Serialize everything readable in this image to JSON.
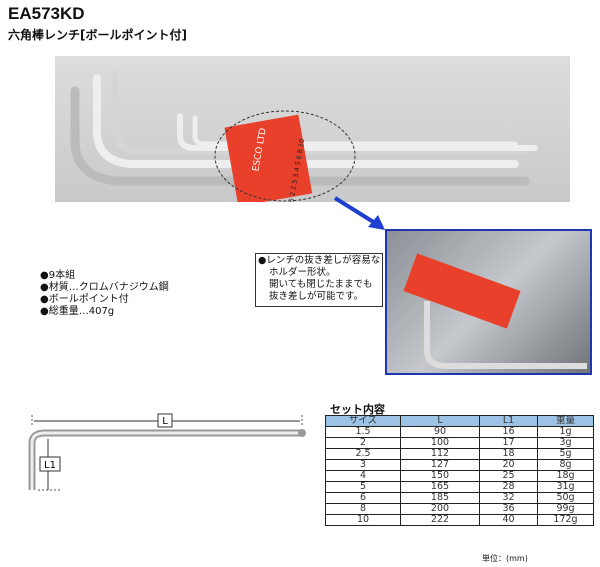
{
  "header": {
    "code": "EA573KD",
    "name": "六角棒レンチ[ボールポイント付]"
  },
  "photo": {
    "holder_label": "ESCO LTD",
    "holder_sizes": "1.5 2 2.5 3 4 5 6 8 10"
  },
  "callout": {
    "lines": [
      "●レンチの抜き差しが容易な",
      "ホルダー形状。",
      "開いても閉じたままでも",
      "抜き差しが可能です。"
    ]
  },
  "specs": [
    "●9本組",
    "●材質…クロムバナジウム鋼",
    "●ボールポイント付",
    "●総重量…407g"
  ],
  "diagram": {
    "label_L": "L",
    "label_L1": "L1"
  },
  "table": {
    "title": "セット内容",
    "headers": [
      "サイズ",
      "L",
      "L1",
      "重量"
    ],
    "rows": [
      [
        "1.5",
        "90",
        "16",
        "1g"
      ],
      [
        "2",
        "100",
        "17",
        "3g"
      ],
      [
        "2.5",
        "112",
        "18",
        "5g"
      ],
      [
        "3",
        "127",
        "20",
        "8g"
      ],
      [
        "4",
        "150",
        "25",
        "18g"
      ],
      [
        "5",
        "165",
        "28",
        "31g"
      ],
      [
        "6",
        "185",
        "32",
        "50g"
      ],
      [
        "8",
        "200",
        "36",
        "99g"
      ],
      [
        "10",
        "222",
        "40",
        "172g"
      ]
    ],
    "unit": "単位：(mm)"
  },
  "colors": {
    "holder": "#e8402a",
    "arrow": "#1f3fd0",
    "header_bg": "#9cc3e6"
  }
}
